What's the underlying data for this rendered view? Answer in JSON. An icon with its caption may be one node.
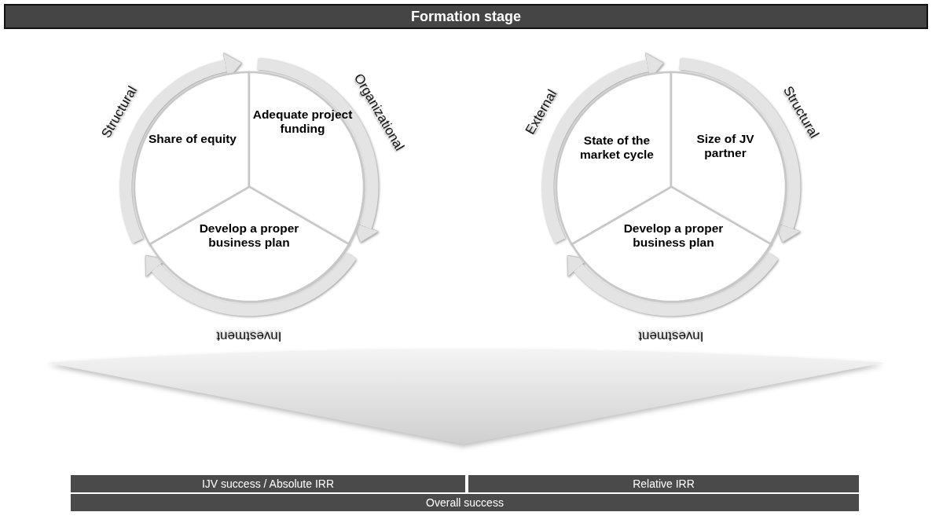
{
  "diagram": {
    "nodes": [
      {
        "text": [
          "Formation stage"
        ]
      },
      {
        "text": [
          "Share of equity"
        ]
      },
      {
        "text": [
          "Adequate project funding"
        ]
      },
      {
        "text": [
          "Develop a proper business plan"
        ]
      },
      {
        "text": [
          "State of the market cycle"
        ]
      },
      {
        "text": [
          "Size of JV partner"
        ]
      },
      {
        "text": [
          "Develop a proper business plan"
        ]
      },
      {
        "text": [
          "IJV success / Absolute IRR"
        ]
      },
      {
        "text": [
          "Relative IRR"
        ]
      },
      {
        "text": [
          "Overall success"
        ]
      }
    ],
    "edges": [
      {
        "from": 1,
        "to": 2,
        "arrow": "to",
        "label": "Structural"
      },
      {
        "from": 2,
        "to": 3,
        "arrow": "to",
        "label": "Organizational"
      },
      {
        "from": 3,
        "to": 1,
        "arrow": "to",
        "label": "Investment"
      },
      {
        "from": 4,
        "to": 5,
        "arrow": "to",
        "label": "External"
      },
      {
        "from": 5,
        "to": 6,
        "arrow": "to",
        "label": "Structural"
      },
      {
        "from": 6,
        "to": 4,
        "arrow": "to",
        "label": "Investment"
      }
    ]
  }
}
